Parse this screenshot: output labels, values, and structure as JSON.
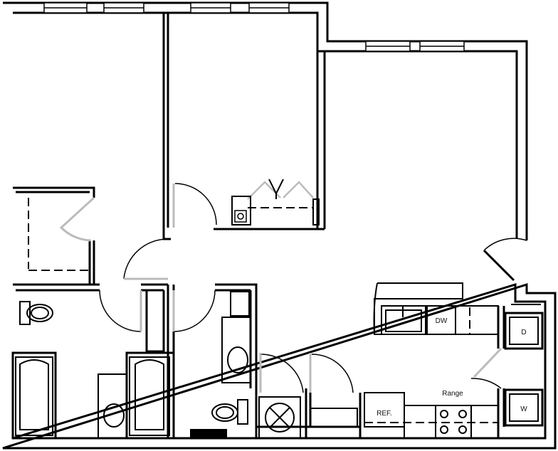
{
  "labels": {
    "dishwasher": "DW",
    "dryer": "D",
    "washer": "W",
    "refrigerator": "REF.",
    "range": "Range"
  },
  "colors": {
    "wall": "#000000",
    "background": "#ffffff",
    "swing": "#cccccc"
  }
}
